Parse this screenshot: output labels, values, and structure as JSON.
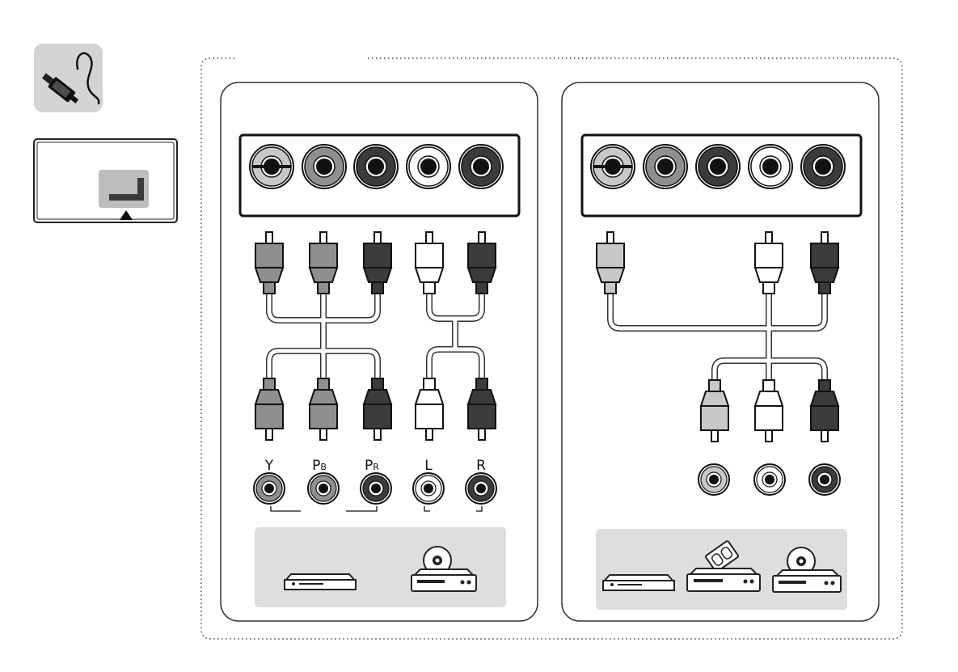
{
  "colors": {
    "background": "#ffffff",
    "panel_stroke": "#333333",
    "icon_tile": "#d4d4d4",
    "jack_panel": "#d9d9d9",
    "cable": "#ffffff",
    "tray": "#dedede",
    "plug_white": "#ffffff",
    "plug_light_gray": "#c8c8c8",
    "plug_mid_gray": "#8f8f8f",
    "plug_dark": "#3b3b3b"
  },
  "icons": {
    "cable_icon": "rca-cable-icon",
    "tv_back_icon": "tv-rear-panel-icon",
    "arrow": "up-arrow-icon"
  },
  "left_panel": {
    "jacks": [
      "light-gray",
      "mid-gray",
      "dark",
      "white",
      "dark"
    ],
    "top_plugs": [
      "mid-gray",
      "mid-gray",
      "dark",
      "white",
      "dark"
    ],
    "bottom_plugs": [
      "mid-gray",
      "mid-gray",
      "dark",
      "white",
      "dark"
    ],
    "device_ports": [
      {
        "label": "Y",
        "sub": "",
        "tone": "mid-gray"
      },
      {
        "label": "P",
        "sub": "B",
        "tone": "mid-gray"
      },
      {
        "label": "P",
        "sub": "R",
        "tone": "dark"
      },
      {
        "label": "L",
        "sub": "",
        "tone": "white"
      },
      {
        "label": "R",
        "sub": "",
        "tone": "dark"
      }
    ],
    "devices": [
      "slim-player-icon",
      "dvd-player-icon"
    ]
  },
  "right_panel": {
    "jacks": [
      "light-gray",
      "mid-gray",
      "dark",
      "white",
      "dark"
    ],
    "top_plugs": [
      "light-gray",
      "white",
      "dark"
    ],
    "bottom_plugs": [
      "light-gray",
      "white",
      "dark"
    ],
    "device_ports": [
      "light-gray",
      "white",
      "dark"
    ],
    "devices": [
      "slim-player-icon",
      "vcr-icon",
      "dvd-player-icon"
    ]
  }
}
